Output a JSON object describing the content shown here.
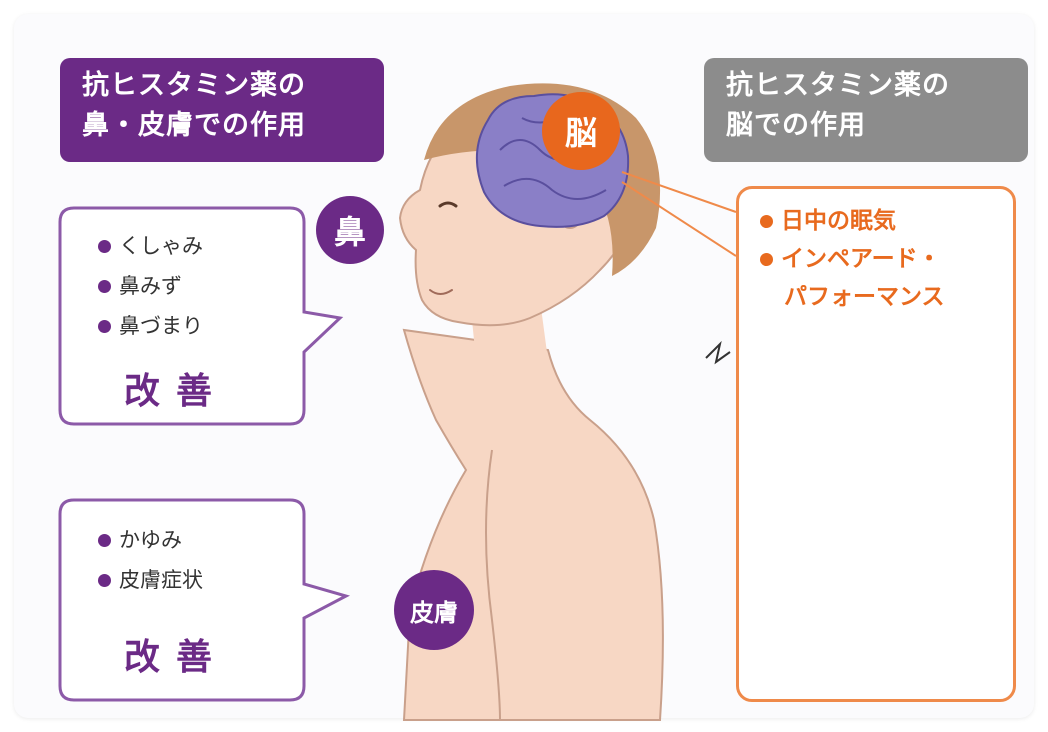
{
  "headers": {
    "left": {
      "line1": "抗ヒスタミン薬の",
      "line2": "鼻・皮膚での作用"
    },
    "right": {
      "line1": "抗ヒスタミン薬の",
      "line2": "脳での作用"
    }
  },
  "nose_bubble": {
    "items": [
      "くしゃみ",
      "鼻みず",
      "鼻づまり"
    ],
    "result": "改善"
  },
  "skin_bubble": {
    "items": [
      "かゆみ",
      "皮膚症状"
    ],
    "result": "改善"
  },
  "badges": {
    "nose": "鼻",
    "skin": "皮膚",
    "brain": "脳"
  },
  "brain_effects": {
    "items": [
      "日中の眠気",
      "インペアード・",
      "パフォーマンス"
    ]
  },
  "colors": {
    "purple": "#6b2a86",
    "orange": "#e8671d",
    "gray": "#8c8c8c",
    "skin": "#f7d7c4",
    "hair": "#c8966a",
    "brain": "#8a7fc7"
  }
}
